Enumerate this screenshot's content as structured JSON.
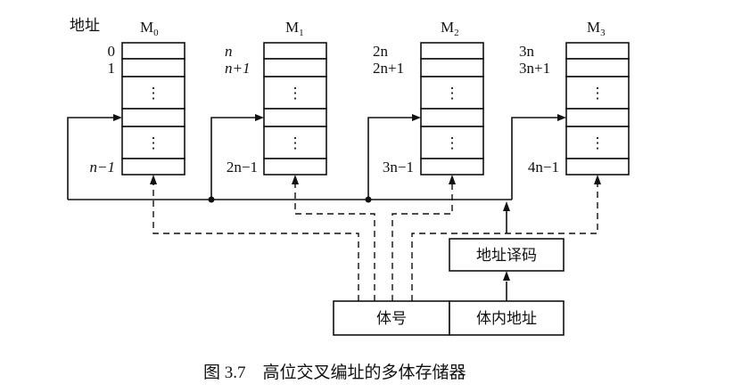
{
  "address_label": "地址",
  "modules": [
    {
      "name": "M",
      "sub": "0",
      "addr_first": "0",
      "addr_second": "1",
      "addr_last": "n−1"
    },
    {
      "name": "M",
      "sub": "1",
      "addr_first": "n",
      "addr_second": "n+1",
      "addr_last": "2n−1"
    },
    {
      "name": "M",
      "sub": "2",
      "addr_first": "2n",
      "addr_second": "2n+1",
      "addr_last": "3n−1"
    },
    {
      "name": "M",
      "sub": "3",
      "addr_first": "3n",
      "addr_second": "3n+1",
      "addr_last": "4n−1"
    }
  ],
  "ellipsis": "⋮",
  "decoder_label": "地址译码",
  "bank_number_label": "体号",
  "inner_address_label": "体内地址",
  "caption": "图 3.7    高位交叉编址的多体存储器"
}
